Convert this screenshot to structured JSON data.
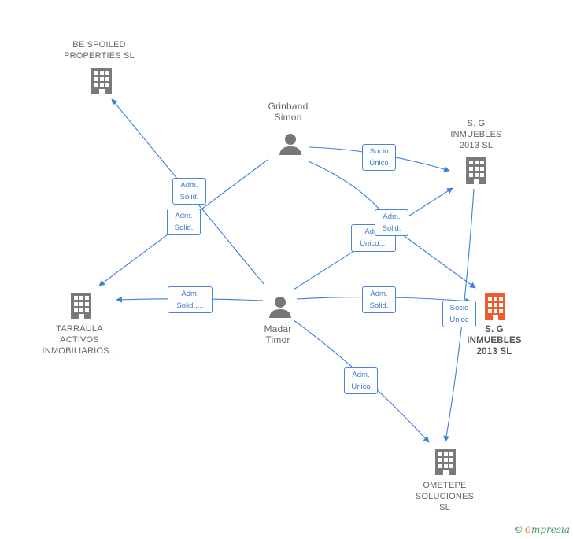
{
  "nodes": {
    "be_spoiled": {
      "lines": [
        "BE SPOILED",
        "PROPERTIES SL"
      ],
      "type": "company"
    },
    "grinband": {
      "lines": [
        "Grinband",
        "Simon"
      ],
      "type": "person"
    },
    "sg_top": {
      "lines": [
        "S.  G",
        "INMUEBLES",
        "2013 SL"
      ],
      "type": "company"
    },
    "tarraula": {
      "lines": [
        "TARRAULA",
        "ACTIVOS",
        "INMOBILIARIOS..."
      ],
      "type": "company"
    },
    "madar": {
      "lines": [
        "Madar",
        "Timor"
      ],
      "type": "person"
    },
    "sg_focus": {
      "lines": [
        "S. G",
        "INMUEBLES",
        "2013  SL"
      ],
      "type": "company-focus"
    },
    "ometepe": {
      "lines": [
        "OMETEPE",
        "SOLUCIONES",
        "SL"
      ],
      "type": "company"
    }
  },
  "edge_labels": {
    "e1": [
      "Adm.",
      "Solid."
    ],
    "e2": [
      "Adm.",
      "Solid."
    ],
    "e3": [
      "Socio",
      "Único"
    ],
    "e4": [
      "Adm.",
      "Unico,..."
    ],
    "e5": [
      "Adm.",
      "Solid."
    ],
    "e6": [
      "Adm.",
      "Solid.,..."
    ],
    "e7": [
      "Adm.",
      "Solid."
    ],
    "e8": [
      "Socio",
      "Único"
    ],
    "e9": [
      "Adm.",
      "Unico"
    ]
  },
  "footer": {
    "copyright": "©",
    "brand_initial": "e",
    "brand_rest": "mpresia"
  },
  "colors": {
    "edge": "#3b7fd9",
    "company": "#7a7a7a",
    "focus": "#f05a2a",
    "person": "#777777"
  },
  "icons": {
    "company": "building-icon",
    "person": "person-icon"
  }
}
